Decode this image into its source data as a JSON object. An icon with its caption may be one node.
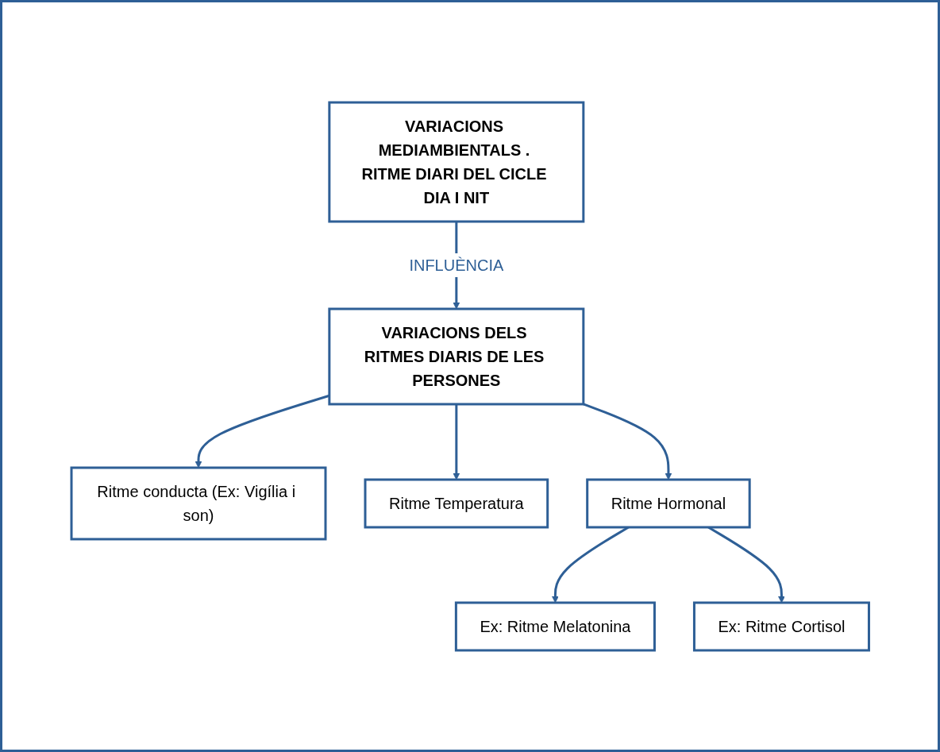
{
  "diagram": {
    "nodes": [
      {
        "text": [
          "VARIACIONS MEDIAMBIENTALS . RITME DIARI DEL CICLE DIA I NIT"
        ]
      },
      {
        "text": [
          "VARIACIONS DELS RITMES DIARIS DE LES PERSONES"
        ]
      },
      {
        "text": [
          "Ritme conducta (Ex: Vigília i son)"
        ]
      },
      {
        "text": [
          "Ritme Temperatura"
        ]
      },
      {
        "text": [
          "Ritme Hormonal"
        ]
      },
      {
        "text": [
          "Ex: Ritme Melatonina"
        ]
      },
      {
        "text": [
          "Ex: Ritme Cortisol"
        ]
      }
    ],
    "edges": [
      {
        "from": 0,
        "to": 1,
        "arrow": "to",
        "label": "INFLUÈNCIA"
      },
      {
        "from": 1,
        "to": 2,
        "arrow": "to"
      },
      {
        "from": 1,
        "to": 3,
        "arrow": "to"
      },
      {
        "from": 1,
        "to": 4,
        "arrow": "to"
      },
      {
        "from": 4,
        "to": 5,
        "arrow": "to"
      },
      {
        "from": 4,
        "to": 6,
        "arrow": "to"
      }
    ]
  }
}
